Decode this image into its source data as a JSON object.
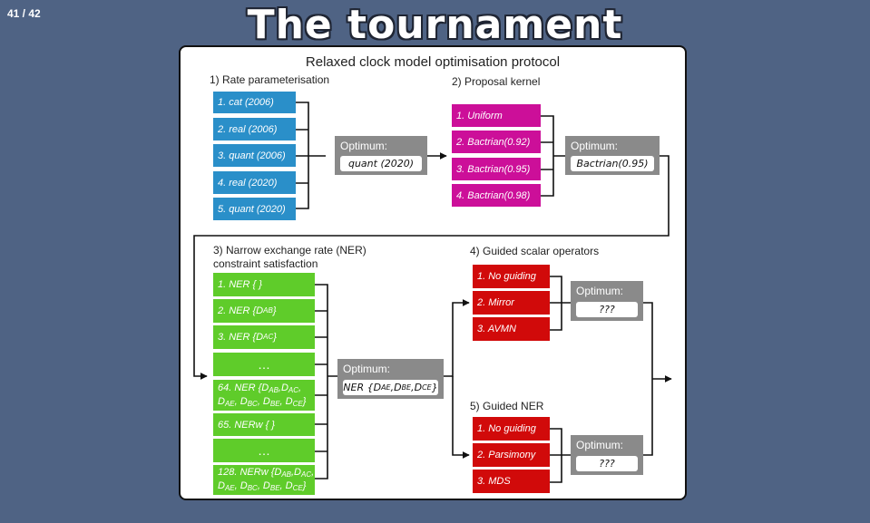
{
  "slide": {
    "counter": "41 / 42",
    "title": "The tournament"
  },
  "diagram": {
    "heading": "Relaxed clock model optimisation protocol",
    "rate": {
      "label": "1) Rate parameterisation",
      "items": [
        "1. cat (2006)",
        "2. real (2006)",
        "3. quant (2006)",
        "4. real (2020)",
        "5. quant (2020)"
      ],
      "optimum_label": "Optimum:",
      "optimum_value": "quant (2020)"
    },
    "proposal": {
      "label": "2) Proposal kernel",
      "items": [
        "1. Uniform",
        "2. Bactrian(0.92)",
        "3. Bactrian(0.95)",
        "4. Bactrian(0.98)"
      ],
      "optimum_label": "Optimum:",
      "optimum_value": "Bactrian(0.95)"
    },
    "ner": {
      "label_line1": "3) Narrow exchange rate (NER)",
      "label_line2": "constraint satisfaction",
      "items": [
        "1. NER { }",
        "2. NER {D",
        "3. NER {D",
        "…",
        "64. NER {D",
        "65. NERw { }",
        "…",
        "128. NERw {D"
      ],
      "optimum_label": "Optimum:",
      "optimum_value": "NER {DAE,DBE,DCE}"
    },
    "guided_scalar": {
      "label": "4) Guided scalar operators",
      "items": [
        "1. No guiding",
        "2. Mirror",
        "3. AVMN"
      ],
      "optimum_label": "Optimum:",
      "optimum_value": "???"
    },
    "guided_ner": {
      "label": "5) Guided NER",
      "items": [
        "1. No guiding",
        "2. Parsimony",
        "3. MDS"
      ],
      "optimum_label": "Optimum:",
      "optimum_value": "???"
    },
    "colors": {
      "rate": "#2a8fc9",
      "proposal": "#cc0f99",
      "ner": "#5fcc2a",
      "guided": "#d10a0a",
      "optimum": "#8a8a8a"
    }
  }
}
